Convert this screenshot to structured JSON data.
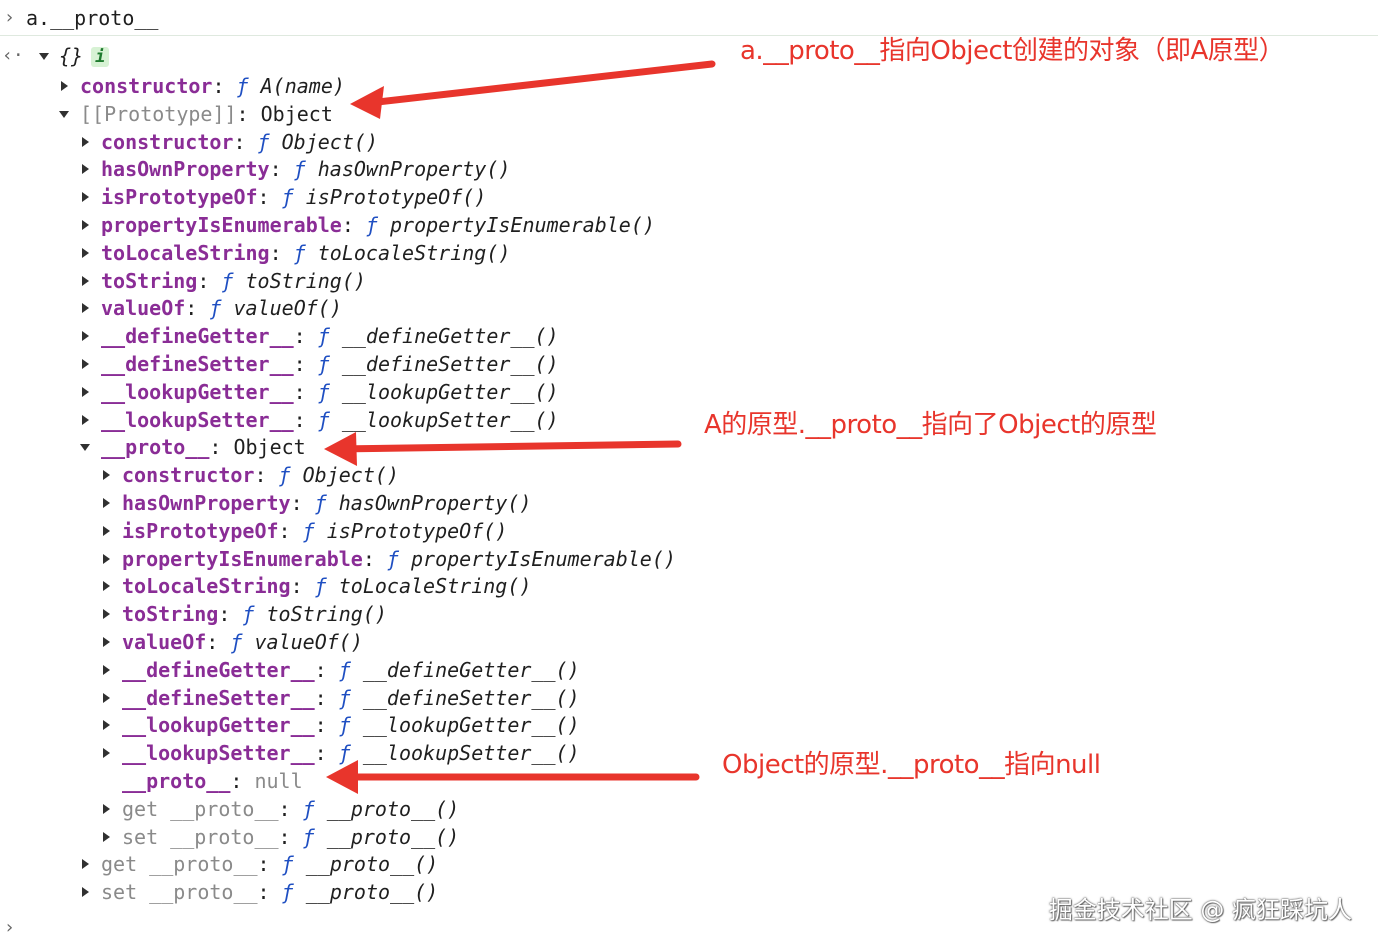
{
  "console": {
    "input_prompt": "›",
    "input_text": "a.__proto__",
    "result_prompt": "‹·",
    "bottom_prompt": "›",
    "root": {
      "open": "{}",
      "badge": "i"
    },
    "rows": [
      {
        "key": "constructor",
        "sep": ": ",
        "f": "ƒ",
        "val": "A(name)",
        "vclass": "fn"
      },
      {
        "key": "[[Prototype]]",
        "sep": ": ",
        "val": "Object",
        "vclass": "val",
        "dim": true
      },
      {
        "key": "constructor",
        "sep": ": ",
        "f": "ƒ",
        "val": "Object()",
        "vclass": "fn"
      },
      {
        "key": "hasOwnProperty",
        "sep": ": ",
        "f": "ƒ",
        "val": "hasOwnProperty()",
        "vclass": "fn"
      },
      {
        "key": "isPrototypeOf",
        "sep": ": ",
        "f": "ƒ",
        "val": "isPrototypeOf()",
        "vclass": "fn"
      },
      {
        "key": "propertyIsEnumerable",
        "sep": ": ",
        "f": "ƒ",
        "val": "propertyIsEnumerable()",
        "vclass": "fn"
      },
      {
        "key": "toLocaleString",
        "sep": ": ",
        "f": "ƒ",
        "val": "toLocaleString()",
        "vclass": "fn"
      },
      {
        "key": "toString",
        "sep": ": ",
        "f": "ƒ",
        "val": "toString()",
        "vclass": "fn"
      },
      {
        "key": "valueOf",
        "sep": ": ",
        "f": "ƒ",
        "val": "valueOf()",
        "vclass": "fn"
      },
      {
        "key": "__defineGetter__",
        "sep": ": ",
        "f": "ƒ",
        "val": "__defineGetter__()",
        "vclass": "fn"
      },
      {
        "key": "__defineSetter__",
        "sep": ": ",
        "f": "ƒ",
        "val": "__defineSetter__()",
        "vclass": "fn"
      },
      {
        "key": "__lookupGetter__",
        "sep": ": ",
        "f": "ƒ",
        "val": "__lookupGetter__()",
        "vclass": "fn"
      },
      {
        "key": "__lookupSetter__",
        "sep": ": ",
        "f": "ƒ",
        "val": "__lookupSetter__()",
        "vclass": "fn"
      },
      {
        "key": "__proto__",
        "sep": ": ",
        "val": "Object",
        "vclass": "val"
      },
      {
        "key": "constructor",
        "sep": ": ",
        "f": "ƒ",
        "val": "Object()",
        "vclass": "fn"
      },
      {
        "key": "hasOwnProperty",
        "sep": ": ",
        "f": "ƒ",
        "val": "hasOwnProperty()",
        "vclass": "fn"
      },
      {
        "key": "isPrototypeOf",
        "sep": ": ",
        "f": "ƒ",
        "val": "isPrototypeOf()",
        "vclass": "fn"
      },
      {
        "key": "propertyIsEnumerable",
        "sep": ": ",
        "f": "ƒ",
        "val": "propertyIsEnumerable()",
        "vclass": "fn"
      },
      {
        "key": "toLocaleString",
        "sep": ": ",
        "f": "ƒ",
        "val": "toLocaleString()",
        "vclass": "fn"
      },
      {
        "key": "toString",
        "sep": ": ",
        "f": "ƒ",
        "val": "toString()",
        "vclass": "fn"
      },
      {
        "key": "valueOf",
        "sep": ": ",
        "f": "ƒ",
        "val": "valueOf()",
        "vclass": "fn"
      },
      {
        "key": "__defineGetter__",
        "sep": ": ",
        "f": "ƒ",
        "val": "__defineGetter__()",
        "vclass": "fn"
      },
      {
        "key": "__defineSetter__",
        "sep": ": ",
        "f": "ƒ",
        "val": "__defineSetter__()",
        "vclass": "fn"
      },
      {
        "key": "__lookupGetter__",
        "sep": ": ",
        "f": "ƒ",
        "val": "__lookupGetter__()",
        "vclass": "fn"
      },
      {
        "key": "__lookupSetter__",
        "sep": ": ",
        "f": "ƒ",
        "val": "__lookupSetter__()",
        "vclass": "fn"
      },
      {
        "key": "__proto__",
        "sep": ": ",
        "val": "null",
        "vclass": "null"
      },
      {
        "key": "get __proto__",
        "sep": ": ",
        "f": "ƒ",
        "val": "__proto__()",
        "vclass": "fn",
        "dim": true
      },
      {
        "key": "set __proto__",
        "sep": ": ",
        "f": "ƒ",
        "val": "__proto__()",
        "vclass": "fn",
        "dim": true
      },
      {
        "key": "get __proto__",
        "sep": ": ",
        "f": "ƒ",
        "val": "__proto__()",
        "vclass": "fn",
        "dim": true
      },
      {
        "key": "set __proto__",
        "sep": ": ",
        "f": "ƒ",
        "val": "__proto__()",
        "vclass": "fn",
        "dim": true
      }
    ]
  },
  "annotations": [
    {
      "text": "a.__proto__指向Object创建的对象（即A原型）"
    },
    {
      "text": "A的原型.__proto__指向了Object的原型"
    },
    {
      "text": "Object的原型.__proto__指向null"
    }
  ],
  "watermark": "掘金技术社区 @ 疯狂踩坑人",
  "colors": {
    "key": "#8a2d96",
    "dim_key": "#8a8a8a",
    "function_f": "#1f4fc2",
    "annotation": "#e8352c",
    "badge_bg": "#d7f2d4"
  },
  "icons": [
    "expand-triangle-icon",
    "collapse-triangle-icon",
    "info-icon",
    "arrow-icon"
  ]
}
